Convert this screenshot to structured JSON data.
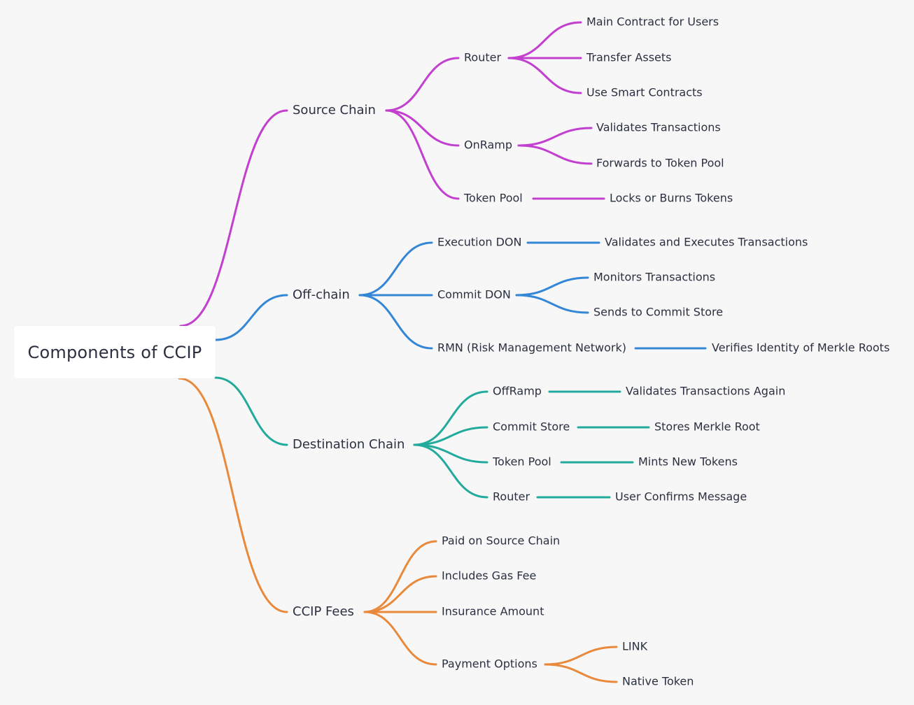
{
  "root": {
    "label": "Components of CCIP"
  },
  "branches": [
    {
      "label": "Source Chain",
      "color": "#c23fcf",
      "children": [
        {
          "label": "Router",
          "children": [
            "Main Contract for Users",
            "Transfer Assets",
            "Use Smart Contracts"
          ]
        },
        {
          "label": "OnRamp",
          "children": [
            "Validates Transactions",
            "Forwards to Token Pool"
          ]
        },
        {
          "label": "Token Pool",
          "children": [
            "Locks or Burns Tokens"
          ]
        }
      ]
    },
    {
      "label": "Off-chain",
      "color": "#3487d6",
      "children": [
        {
          "label": "Execution DON",
          "children": [
            "Validates and Executes Transactions"
          ]
        },
        {
          "label": "Commit DON",
          "children": [
            "Monitors Transactions",
            "Sends to Commit Store"
          ]
        },
        {
          "label": "RMN (Risk Management Network)",
          "children": [
            "Verifies Identity of Merkle Roots"
          ]
        }
      ]
    },
    {
      "label": "Destination Chain",
      "color": "#22aa9c",
      "children": [
        {
          "label": "OffRamp",
          "children": [
            "Validates Transactions Again"
          ]
        },
        {
          "label": "Commit Store",
          "children": [
            "Stores Merkle Root"
          ]
        },
        {
          "label": "Token Pool",
          "children": [
            "Mints New Tokens"
          ]
        },
        {
          "label": "Router",
          "children": [
            "User Confirms Message"
          ]
        }
      ]
    },
    {
      "label": "CCIP Fees",
      "color": "#e8893b",
      "children": [
        {
          "label": "Paid on Source Chain",
          "children": []
        },
        {
          "label": "Includes Gas Fee",
          "children": []
        },
        {
          "label": "Insurance Amount",
          "children": []
        },
        {
          "label": "Payment Options",
          "children": [
            "LINK",
            "Native Token"
          ]
        }
      ]
    }
  ]
}
